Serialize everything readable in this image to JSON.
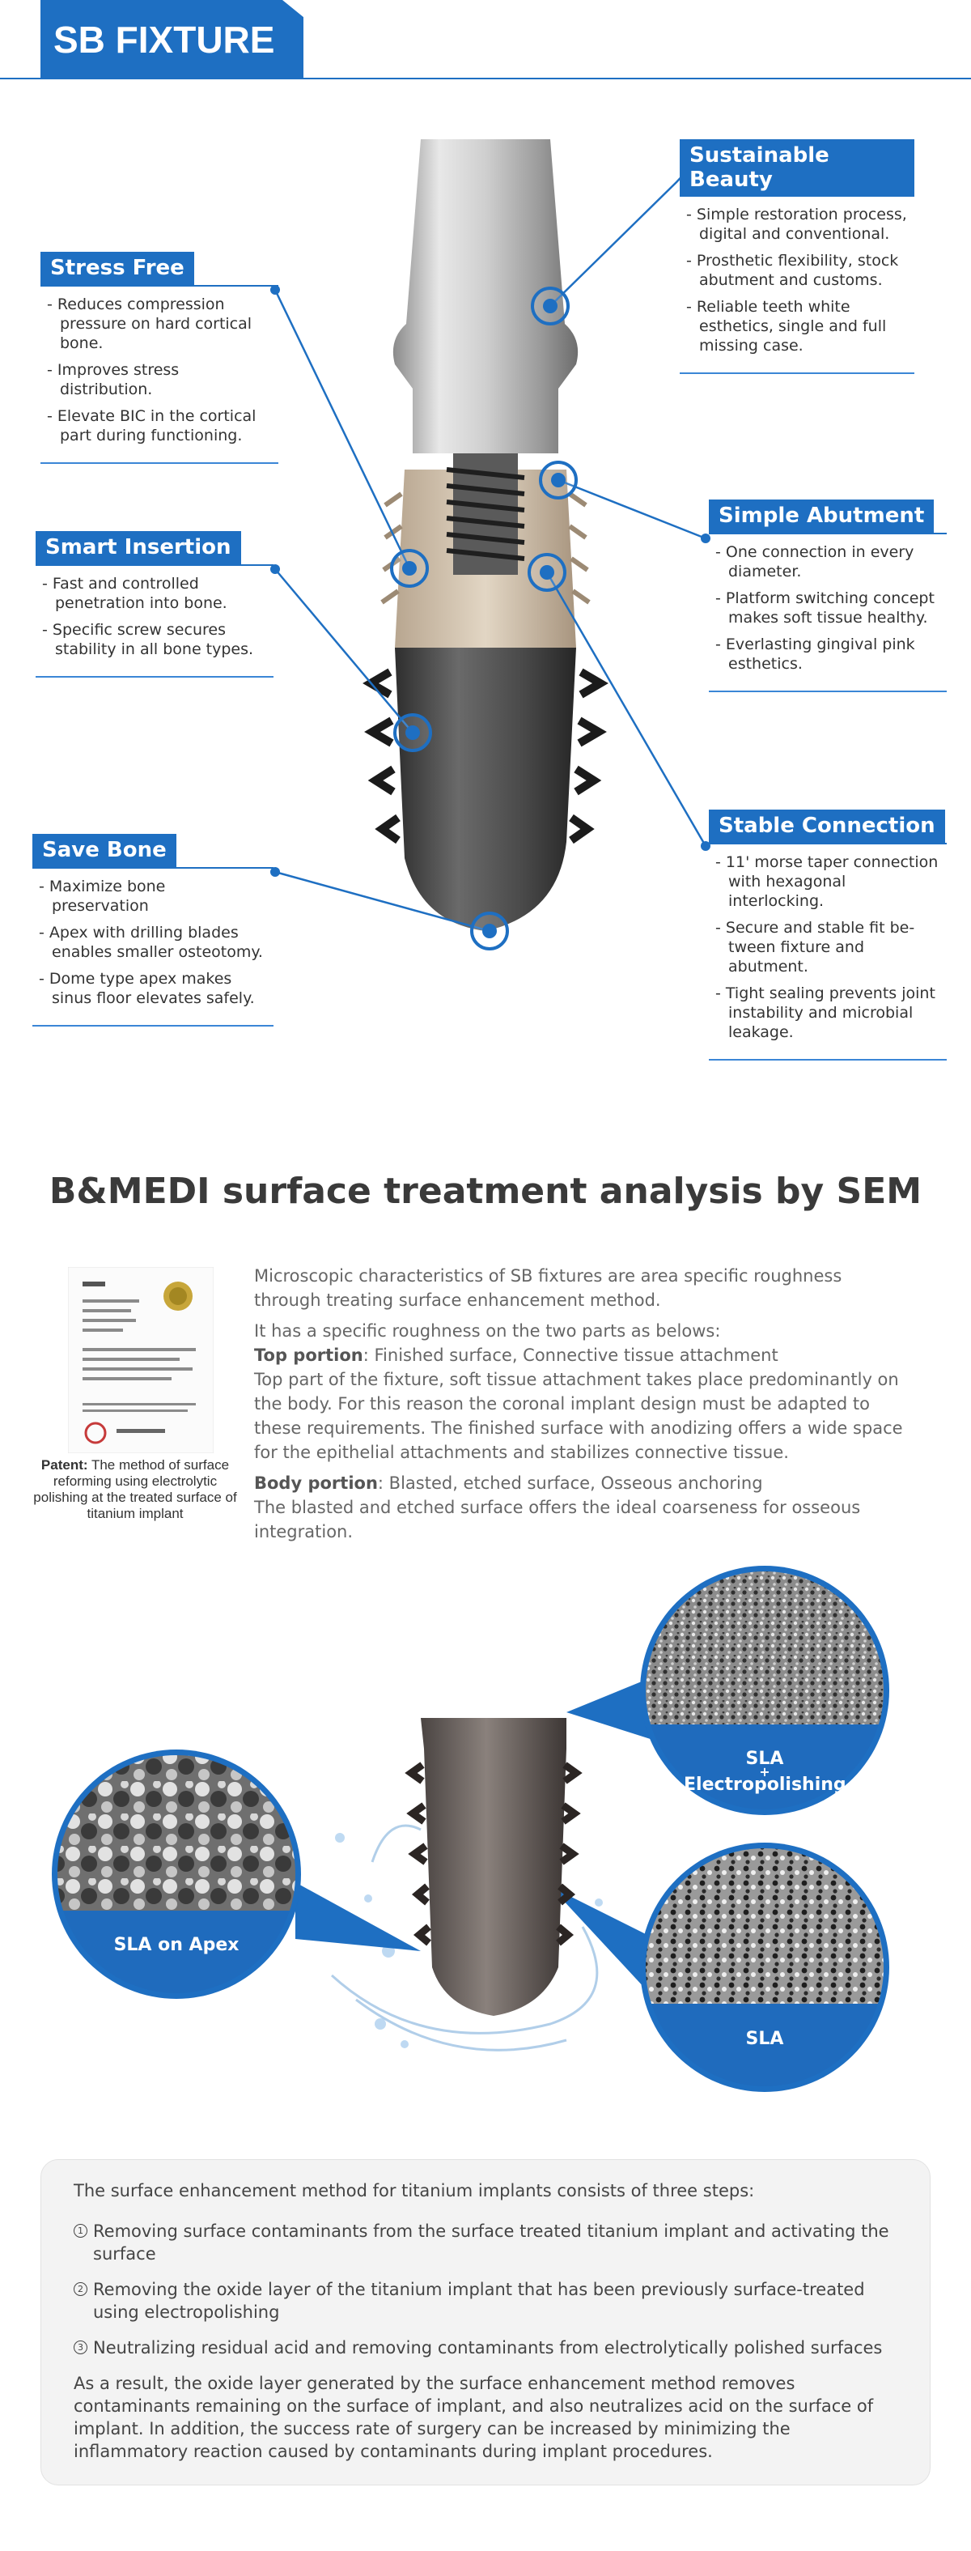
{
  "header": {
    "title": "SB FIXTURE"
  },
  "features": {
    "sustainable_beauty": {
      "title": "Sustainable Beauty",
      "items": [
        "Simple restoration process, digital and conventional.",
        "Prosthetic flexibility, stock abutment and customs.",
        "Reliable teeth white esthetics, single and full missing case."
      ]
    },
    "stress_free": {
      "title": "Stress Free",
      "items": [
        "Reduces compression pressure on hard cortical bone.",
        "Improves stress distribution.",
        "Elevate BIC in the cortical part during functioning."
      ]
    },
    "simple_abutment": {
      "title": "Simple Abutment",
      "items": [
        "One connection in every diameter.",
        "Platform switching concept makes soft tissue healthy.",
        "Everlasting gingival pink esthetics."
      ]
    },
    "smart_insertion": {
      "title": "Smart Insertion",
      "items": [
        "Fast and controlled penetration into bone.",
        "Specific screw secures stability in all bone types."
      ]
    },
    "stable_connection": {
      "title": "Stable Connection",
      "items": [
        "11' morse taper connection with hexagonal interlocking.",
        "Secure and stable fit be-tween fixture and abutment.",
        "Tight sealing prevents joint instability and microbial leakage."
      ]
    },
    "save_bone": {
      "title": "Save Bone",
      "items": [
        "Maximize bone preservation",
        "Apex with drilling blades enables smaller osteotomy.",
        "Dome type apex makes sinus floor elevates safely."
      ]
    }
  },
  "sem": {
    "title": "B&MEDI surface treatment analysis by SEM",
    "patent_label": "Patent:",
    "patent_caption": " The method of surface reforming using electrolytic polishing at the treated surface of titanium implant",
    "p1": "Microscopic characteristics of SB fixtures are area specific roughness through treating surface enhancement method.",
    "p2": "It has a specific roughness on the two parts as belows:",
    "top_label": "Top portion",
    "top_tail": ": Finished surface, Connective tissue attachment",
    "top_desc": "Top part of the fixture, soft tissue attachment takes place predominantly on the body. For this reason the coronal implant design must be adapted to these requirements. The finished surface with anodizing offers a wide space for the epithelial attachments and stabilizes connective tissue.",
    "body_label": "Body portion",
    "body_tail": ": Blasted, etched surface, Osseous anchoring",
    "body_desc": "The blasted and etched surface offers the ideal coarseness for osseous integration."
  },
  "surface_labels": {
    "sla_electro_1": "SLA",
    "sla_electro_2": "+",
    "sla_electro_3": "Electropolishing",
    "sla_apex": "SLA on Apex",
    "sla": "SLA"
  },
  "panel": {
    "intro": "The surface enhancement method for titanium implants consists of three steps:",
    "steps": [
      {
        "num": "1",
        "text": "Removing surface contaminants from the surface treated titanium implant and activating the surface"
      },
      {
        "num": "2",
        "text": "Removing the oxide layer of the titanium implant that has been previously surface-treated using electropolishing"
      },
      {
        "num": "3",
        "text": "Neutralizing residual acid and removing contaminants from electrolytically polished surfaces"
      }
    ],
    "result": "As a result, the oxide layer generated by the surface enhancement method removes contaminants remaining on the surface of implant, and also neutralizes acid on the surface of implant. In addition, the success rate of surgery can be increased by minimizing the inflammatory reaction caused by contaminants during implant procedures."
  },
  "colors": {
    "brand_blue": "#1e6fc2",
    "panel_bg": "#f3f3f3"
  }
}
